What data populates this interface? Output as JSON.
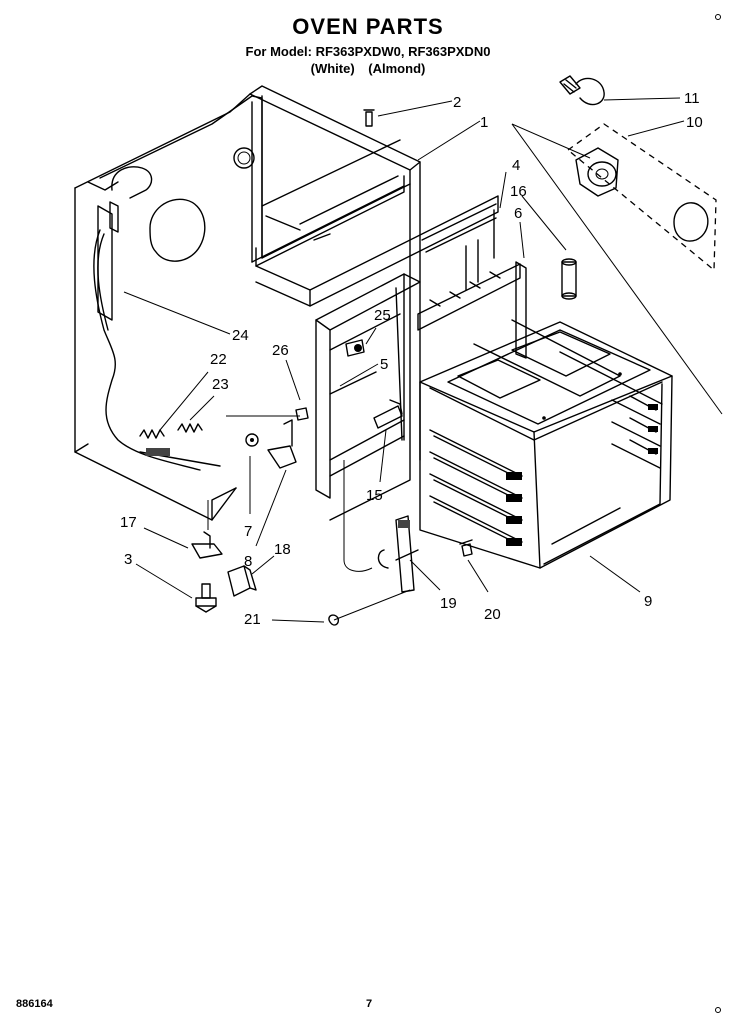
{
  "header": {
    "title": "OVEN PARTS",
    "model_line": "For Model: RF363PXDW0, RF363PXDN0",
    "variant_line": "(White) (Almond)"
  },
  "callouts": {
    "c1": "1",
    "c2": "2",
    "c3": "3",
    "c4": "4",
    "c5": "5",
    "c6": "6",
    "c7": "7",
    "c8": "8",
    "c9": "9",
    "c10": "10",
    "c11": "11",
    "c16": "16",
    "c17": "17",
    "c18": "18",
    "c19": "19",
    "c20": "20",
    "c21": "21",
    "c22": "22",
    "c23": "23",
    "c24": "24",
    "c25": "25",
    "c26": "26",
    "c15": "15"
  },
  "footer": {
    "doc_number": "886164",
    "page_number": "7"
  }
}
